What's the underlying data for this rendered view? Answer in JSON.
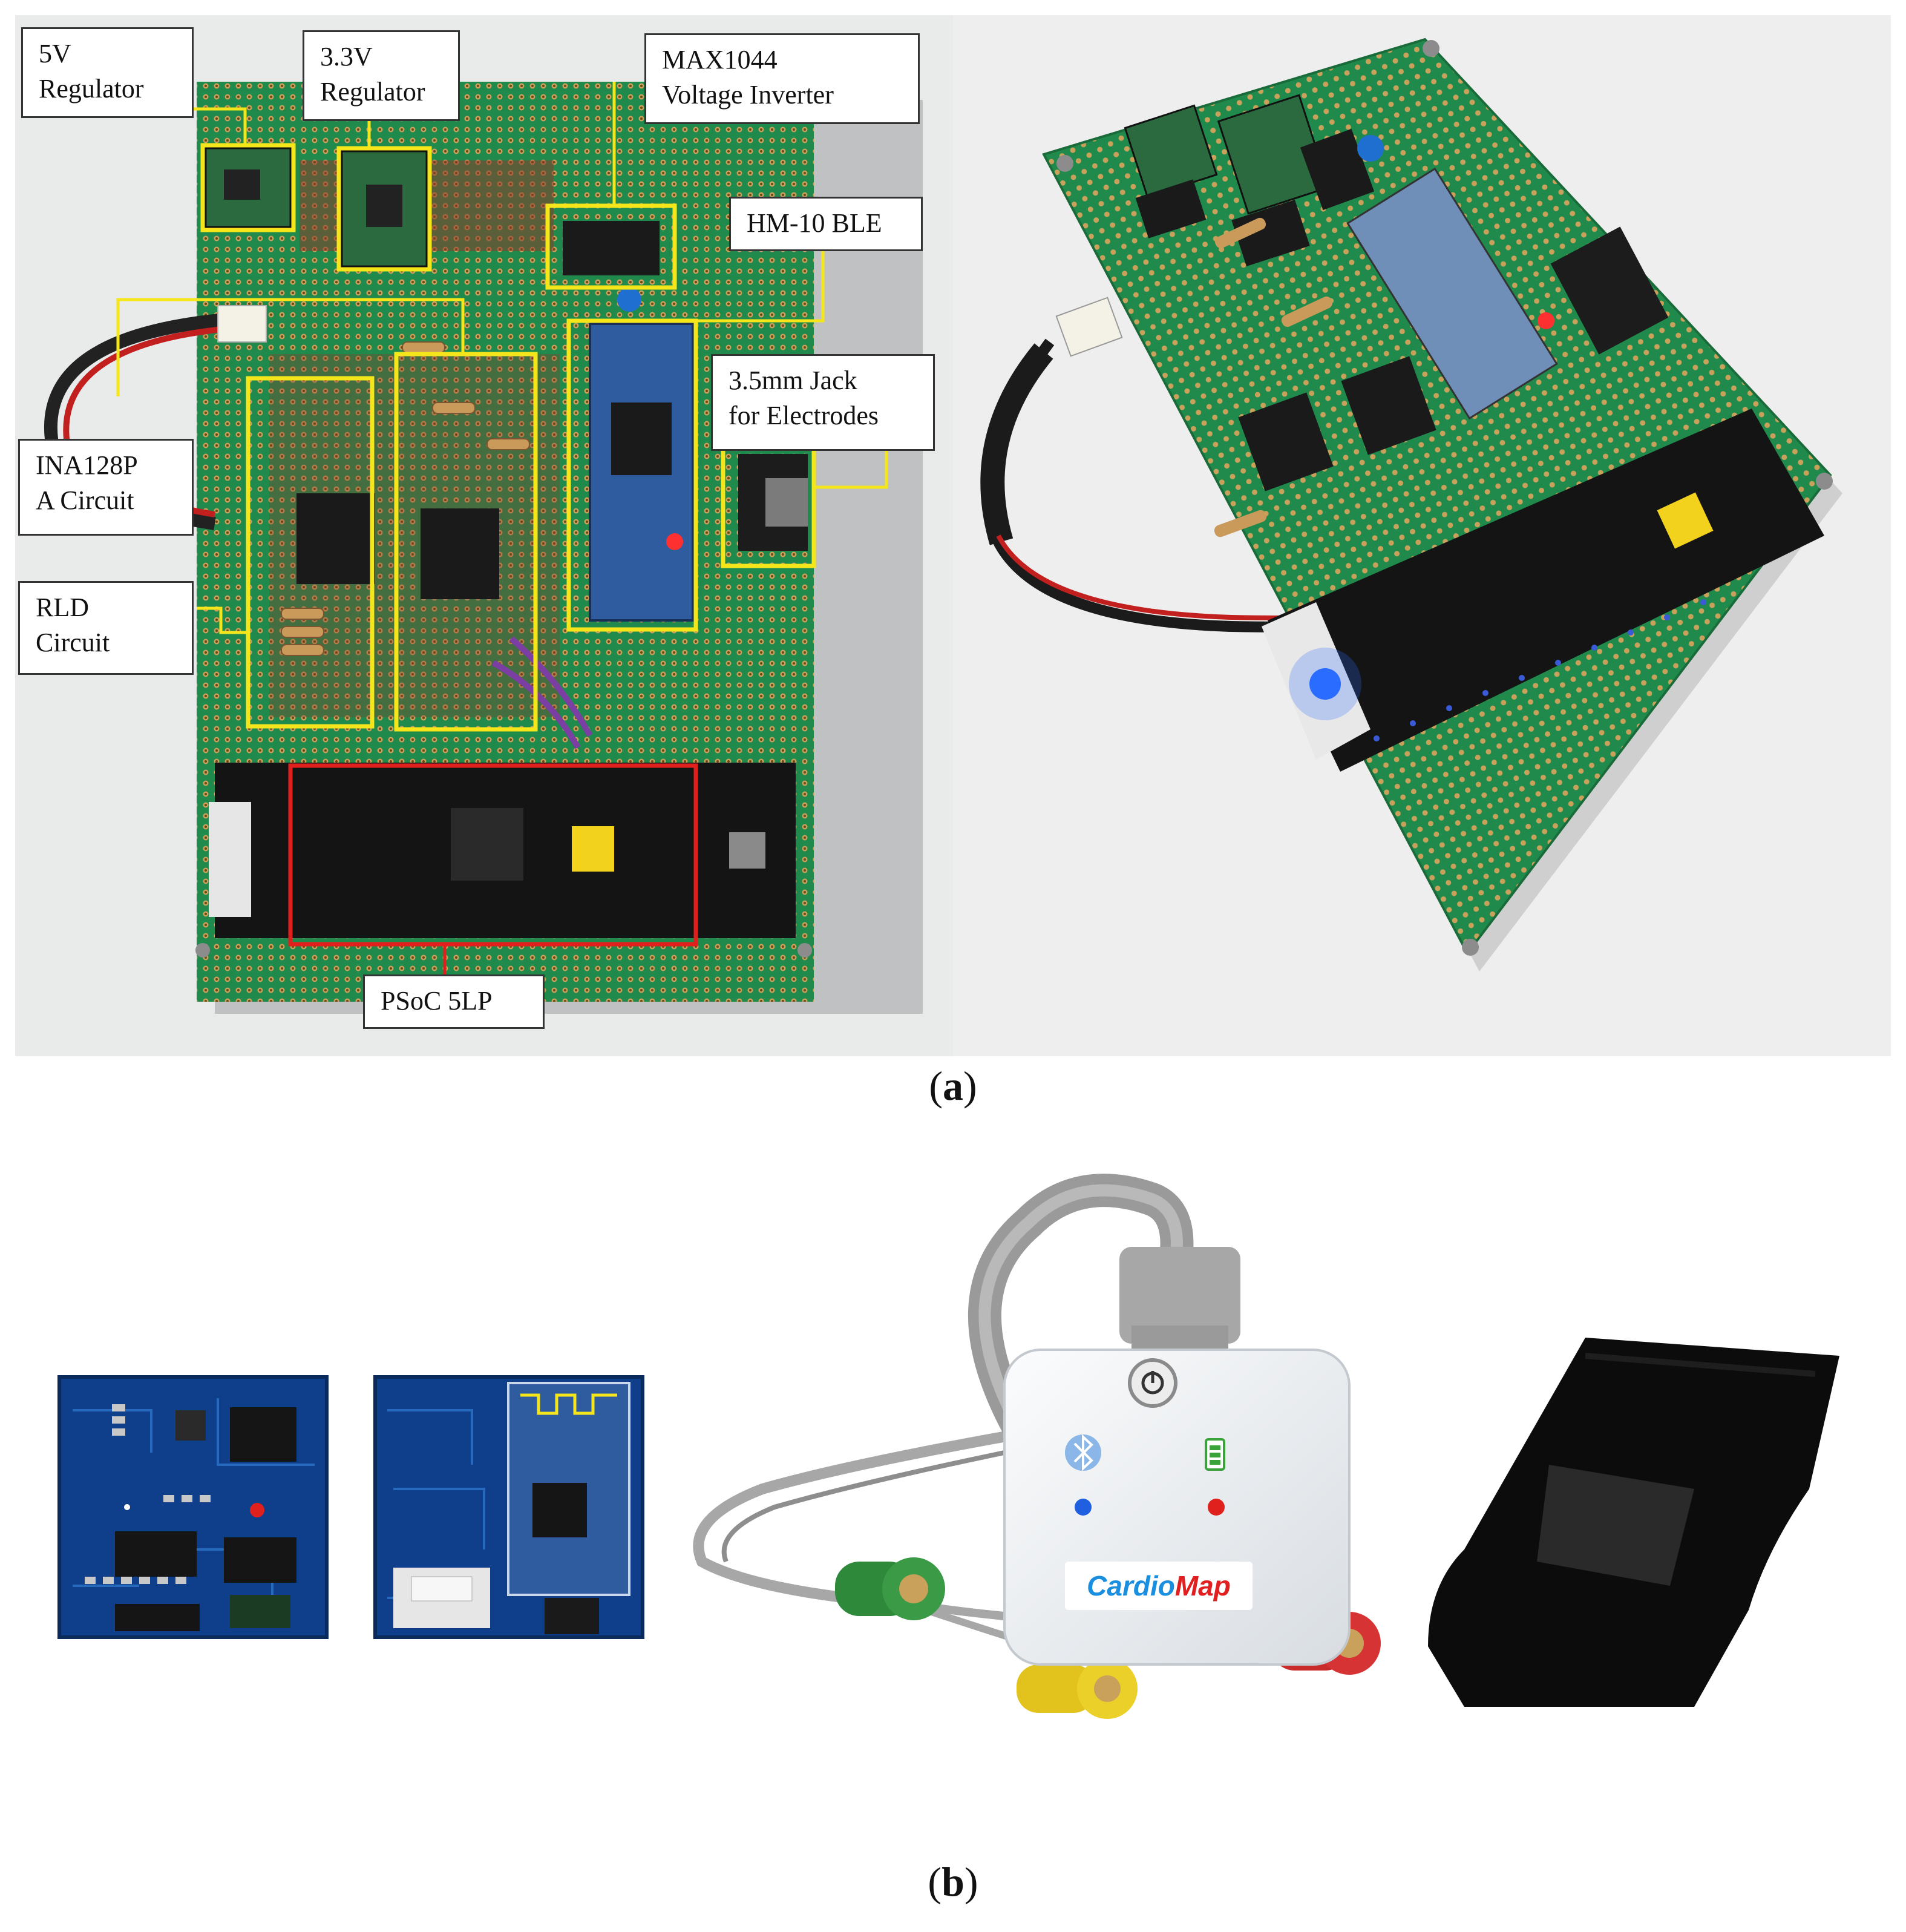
{
  "figure": {
    "panel_a": {
      "label_open": "(",
      "label_letter": "a",
      "label_close": ")",
      "callouts": {
        "regulator_5v": "5V\nRegulator",
        "regulator_33v": "3.3V\nRegulator",
        "max1044": "MAX1044\nVoltage Inverter",
        "hm10": "HM-10 BLE",
        "jack": "3.5mm Jack\nfor Electrodes",
        "ina128p": "INA128P\nA Circuit",
        "rld": "RLD\nCircuit",
        "psoc": "PSoC 5LP"
      },
      "highlight_colors": {
        "yellow": "#f5e61c",
        "red": "#e0201c"
      }
    },
    "panel_b": {
      "label_open": "(",
      "label_letter": "b",
      "label_close": ")",
      "device_brand_part1": "Cardio",
      "device_brand_part2": "Map",
      "brand_colors": {
        "cardio": "#1a8fe0",
        "map": "#e02020"
      }
    },
    "colors": {
      "pcb_green": "#1f8a4c",
      "pcb_blue": "#0f3f8a",
      "psoc_board": "#141414",
      "device_white": "#f2f4f6",
      "strap_black": "#0c0c0c"
    }
  }
}
